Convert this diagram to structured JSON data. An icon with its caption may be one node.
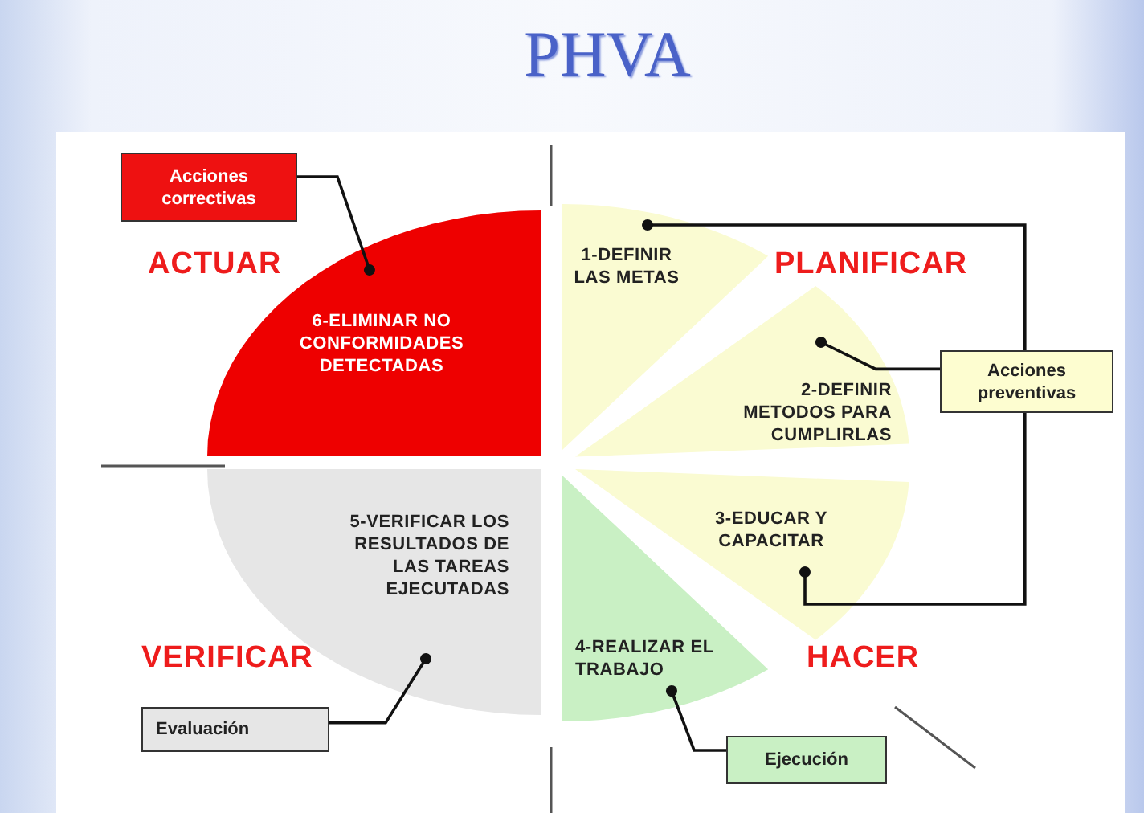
{
  "diagram": {
    "title": "PHVA",
    "nodes": [
      {
        "text": [
          "Acciones correctivas"
        ]
      },
      {
        "text": [
          "6-ELIMINAR NO CONFORMIDADES DETECTADAS"
        ]
      },
      {
        "text": [
          "1-DEFINIR LAS METAS"
        ]
      },
      {
        "text": [
          "2-DEFINIR METODOS PARA CUMPLIRLAS"
        ]
      },
      {
        "text": [
          "Acciones preventivas"
        ]
      },
      {
        "text": [
          "3-EDUCAR Y CAPACITAR"
        ]
      },
      {
        "text": [
          "5-VERIFICAR LOS RESULTADOS DE LAS TAREAS EJECUTADAS"
        ]
      },
      {
        "text": [
          "Evaluación"
        ]
      },
      {
        "text": [
          "4-REALIZAR EL TRABAJO"
        ]
      },
      {
        "text": [
          "Ejecución"
        ]
      }
    ],
    "edges": [
      {
        "from": 0,
        "to": 1,
        "arrow": "other"
      },
      {
        "from": 4,
        "to": 2,
        "arrow": "other"
      },
      {
        "from": 4,
        "to": 3,
        "arrow": "other"
      },
      {
        "from": 4,
        "to": 5,
        "arrow": "other"
      },
      {
        "from": 7,
        "to": 6,
        "arrow": "other"
      },
      {
        "from": 9,
        "to": 8,
        "arrow": "other"
      }
    ],
    "labels": [
      "ACTUAR",
      "PLANIFICAR",
      "VERIFICAR",
      "HACER"
    ]
  }
}
